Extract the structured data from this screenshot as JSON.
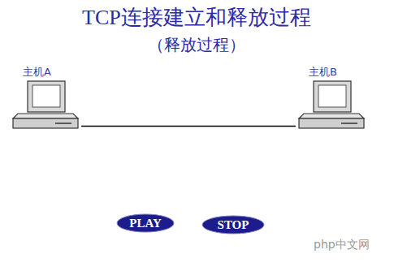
{
  "diagram": {
    "title": "TCP连接建立和释放过程",
    "nodes": [
      {
        "text": [
          "主机A"
        ]
      },
      {
        "text": [
          "主机B"
        ]
      },
      {
        "text": [
          "PLAY"
        ]
      },
      {
        "text": [
          "STOP"
        ]
      }
    ],
    "edges": [
      {
        "from": 0,
        "to": 1,
        "arrow": "none"
      }
    ],
    "labels": [
      "（释放过程）",
      "php中文网"
    ]
  }
}
